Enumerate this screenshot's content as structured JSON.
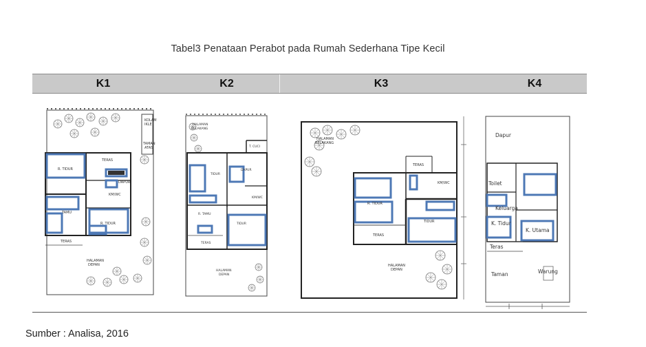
{
  "caption": "Tabel3  Penataan Perabot pada Rumah Sederhana Tipe Kecil",
  "columns": [
    {
      "id": "k1",
      "label": "K1"
    },
    {
      "id": "k2",
      "label": "K2"
    },
    {
      "id": "k3",
      "label": "K3"
    },
    {
      "id": "k4",
      "label": "K4"
    }
  ],
  "plans": {
    "k1": {
      "kolam_1": "KOLAM",
      "kolam_2": "IKLE",
      "taman_1": "TAMAN",
      "taman_2": "ATAS",
      "r_tidur_1": "R. TIDUR",
      "teras_top": "TERAS",
      "dapur": "DAPUR",
      "km": "KM/WC",
      "tamu": "TAMU",
      "r_tidur_2": "R. TIDUR",
      "teras": "TERAS",
      "halaman_1": "HALAMAN",
      "halaman_2": "DEPAN"
    },
    "k2": {
      "halaman_bel_1": "HALAMAN",
      "halaman_bel_2": "BELAKANG",
      "tcuci": "T. CUCI",
      "tidur": "TIDUR",
      "dapur": "DAPUR",
      "km": "KM/WC",
      "r_tamu": "R. TAMU",
      "tidur_2": "TIDUR",
      "teras": "TERAS",
      "halaman_1": "HALAMAN",
      "halaman_2": "DEPAN"
    },
    "k3": {
      "halaman_bel_1": "HALAMAN",
      "halaman_bel_2": "BELAKANG",
      "teras_top": "TERAS",
      "km": "KM/WC",
      "r_tidur": "R. TIDUR",
      "tidur": "TIDUR",
      "teras": "TERAS",
      "halaman_1": "HALAMAN",
      "halaman_2": "DEPAN"
    },
    "k4": {
      "dapur": "Dapur",
      "toilet": "Toilet",
      "keluarga": "Keluarga",
      "k_tidur": "K. Tidur",
      "k_utama": "K. Utama",
      "teras": "Teras",
      "taman": "Taman",
      "warung": "Warung"
    }
  },
  "source": "Sumber : Analisa, 2016"
}
